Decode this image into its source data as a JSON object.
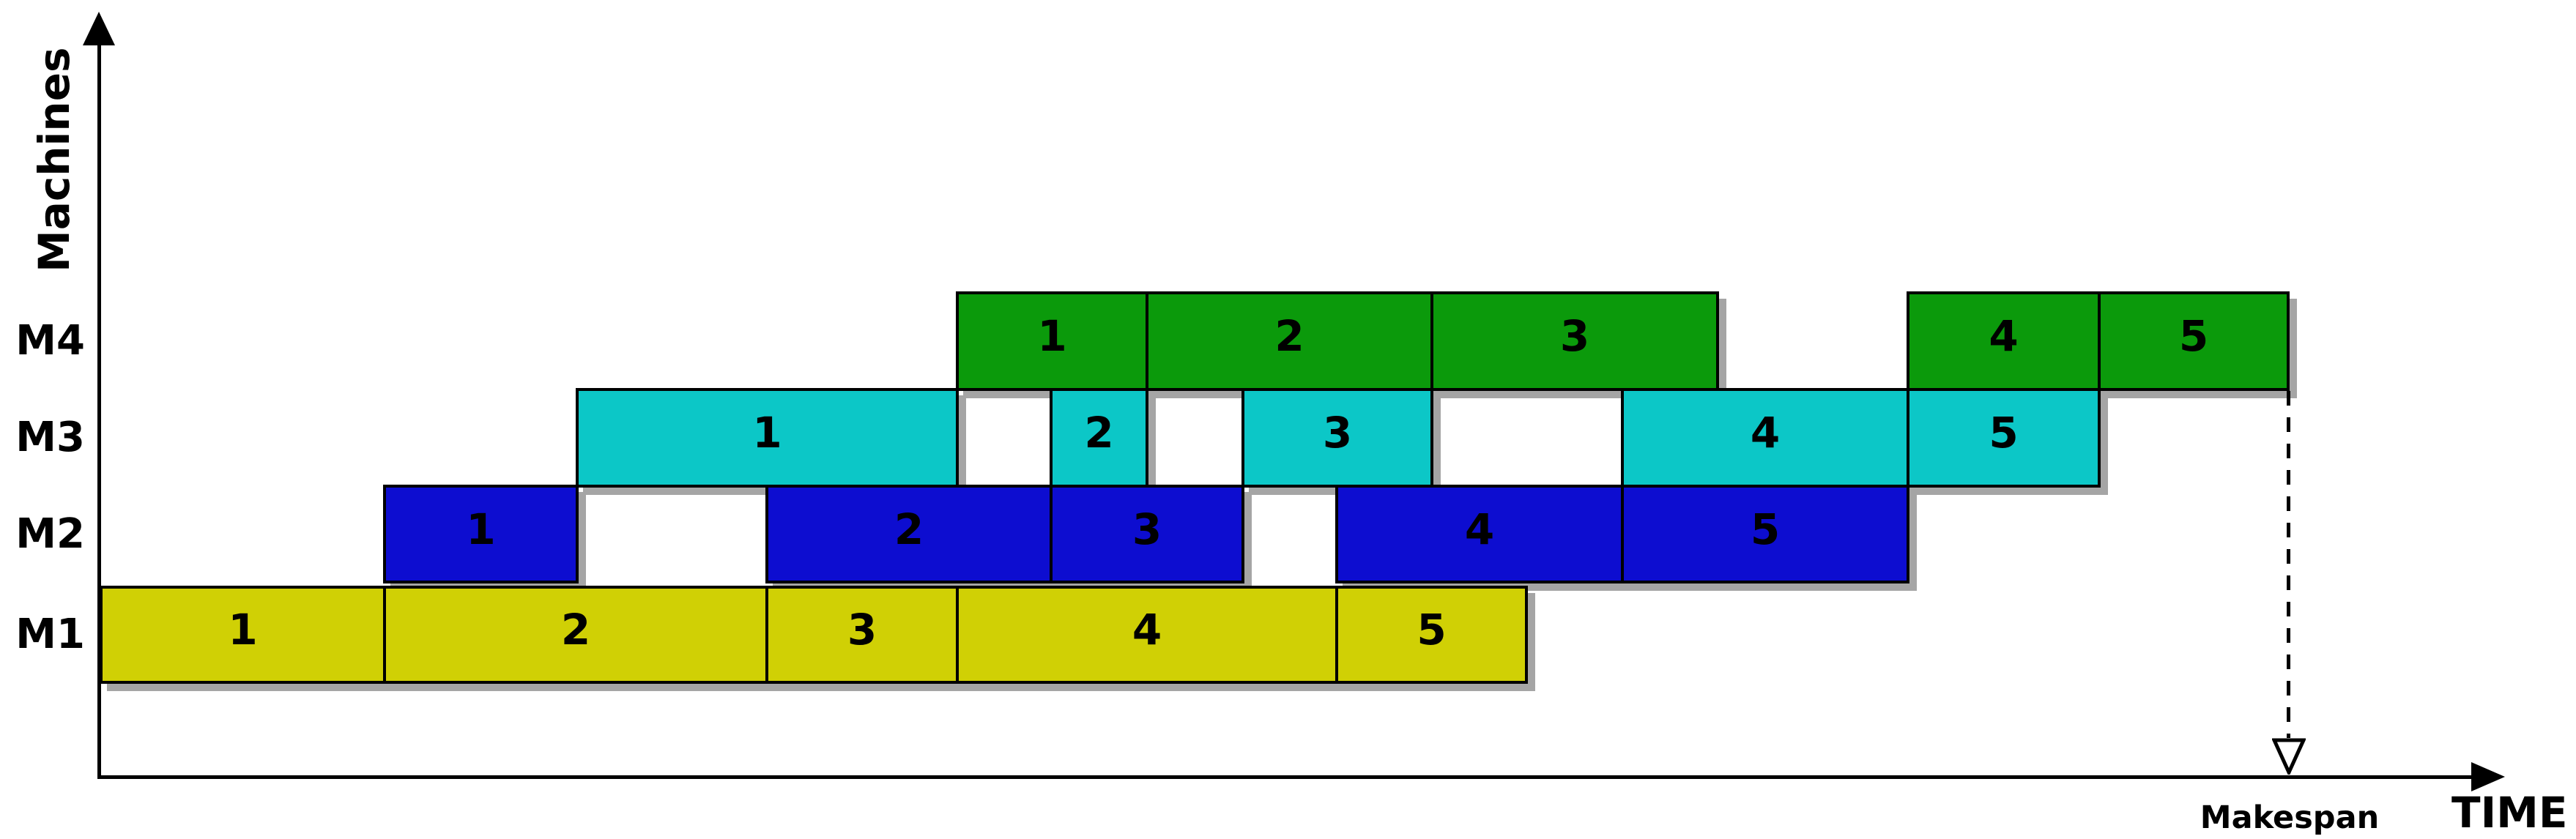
{
  "figure": {
    "y_axis_label": "Machines",
    "x_axis_label": "TIME",
    "makespan_label": "Makespan"
  },
  "colors": {
    "m1_bar": "#d0d005",
    "m2_bar": "#0d0dd0",
    "m3_bar": "#0cc7c7",
    "m4_bar": "#0b9a0b",
    "bar_border": "#000000",
    "bar_shadow": "#a5a5a5",
    "axis": "#000000"
  },
  "chart_data": {
    "type": "gantt",
    "title": "",
    "xlabel": "TIME",
    "ylabel": "Machines",
    "x_axis_note": "no numeric tick labels shown; units are arbitrary time units (1 unit = 1 px at full scale)",
    "categories_top_to_bottom": [
      "M4",
      "M3",
      "M2",
      "M1"
    ],
    "makespan": {
      "label": "Makespan",
      "time": 2986
    },
    "rows": [
      {
        "machine": "M4",
        "color": "#0b9a0b",
        "jobs": [
          {
            "job": "1",
            "start": 1169,
            "end": 1428
          },
          {
            "job": "2",
            "start": 1428,
            "end": 1817
          },
          {
            "job": "3",
            "start": 1817,
            "end": 2207
          },
          {
            "job": "4",
            "start": 2467,
            "end": 2728
          },
          {
            "job": "5",
            "start": 2728,
            "end": 2986
          }
        ]
      },
      {
        "machine": "M3",
        "color": "#0cc7c7",
        "jobs": [
          {
            "job": "1",
            "start": 650,
            "end": 1169
          },
          {
            "job": "2",
            "start": 1297,
            "end": 1428
          },
          {
            "job": "3",
            "start": 1559,
            "end": 1817
          },
          {
            "job": "4",
            "start": 2077,
            "end": 2467
          },
          {
            "job": "5",
            "start": 2467,
            "end": 2728
          }
        ]
      },
      {
        "machine": "M2",
        "color": "#0d0dd0",
        "jobs": [
          {
            "job": "1",
            "start": 387,
            "end": 650
          },
          {
            "job": "2",
            "start": 909,
            "end": 1297
          },
          {
            "job": "3",
            "start": 1297,
            "end": 1559
          },
          {
            "job": "4",
            "start": 1687,
            "end": 2077
          },
          {
            "job": "5",
            "start": 2077,
            "end": 2467
          }
        ]
      },
      {
        "machine": "M1",
        "color": "#d0d005",
        "jobs": [
          {
            "job": "1",
            "start": 0,
            "end": 387
          },
          {
            "job": "2",
            "start": 387,
            "end": 909
          },
          {
            "job": "3",
            "start": 909,
            "end": 1169
          },
          {
            "job": "4",
            "start": 1169,
            "end": 1687
          },
          {
            "job": "5",
            "start": 1687,
            "end": 1946
          }
        ]
      }
    ]
  }
}
